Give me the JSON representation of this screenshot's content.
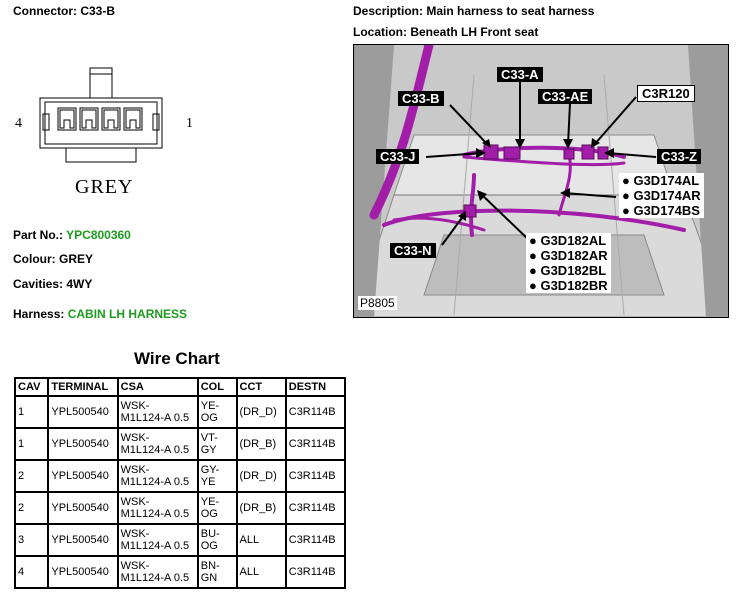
{
  "connector": {
    "title": "Connector: C33-B",
    "colour_label": "GREY",
    "pin_left": "4",
    "pin_right": "1"
  },
  "description": "Description: Main harness to seat harness",
  "location": "Location: Beneath LH Front seat",
  "details": {
    "part_no_label": "Part No.:",
    "part_no_value": "YPC800360",
    "colour": "Colour: GREY",
    "cavities": "Cavities: 4WY",
    "harness_label": "Harness:",
    "harness_value": "CABIN LH HARNESS"
  },
  "photo": {
    "ref": "P8805",
    "callouts": {
      "c33a": "C33-A",
      "c33b": "C33-B",
      "c33ae": "C33-AE",
      "c3r120": "C3R120",
      "c33j": "C33-J",
      "c33z": "C33-Z",
      "c33n": "C33-N",
      "g174_1": "G3D174AL",
      "g174_2": "G3D174AR",
      "g174_3": "G3D174BS",
      "g182_1": "G3D182AL",
      "g182_2": "G3D182AR",
      "g182_3": "G3D182BL",
      "g182_4": "G3D182BR"
    }
  },
  "wire_chart": {
    "title": "Wire Chart",
    "headers": [
      "CAV",
      "TERMINAL",
      "CSA",
      "COL",
      "CCT",
      "DESTN"
    ],
    "rows": [
      {
        "cav": "1",
        "terminal": "YPL500540",
        "csa_1": "WSK-",
        "csa_2": "M1L124-A 0.5",
        "col_1": "YE-",
        "col_2": "OG",
        "cct": "(DR_D)",
        "destn": "C3R114B"
      },
      {
        "cav": "1",
        "terminal": "YPL500540",
        "csa_1": "WSK-",
        "csa_2": "M1L124-A 0.5",
        "col_1": "VT-",
        "col_2": "GY",
        "cct": "(DR_B)",
        "destn": "C3R114B"
      },
      {
        "cav": "2",
        "terminal": "YPL500540",
        "csa_1": "WSK-",
        "csa_2": "M1L124-A 0.5",
        "col_1": "GY-",
        "col_2": "YE",
        "cct": "(DR_D)",
        "destn": "C3R114B"
      },
      {
        "cav": "2",
        "terminal": "YPL500540",
        "csa_1": "WSK-",
        "csa_2": "M1L124-A 0.5",
        "col_1": "YE-",
        "col_2": "OG",
        "cct": "(DR_B)",
        "destn": "C3R114B"
      },
      {
        "cav": "3",
        "terminal": "YPL500540",
        "csa_1": "WSK-",
        "csa_2": "M1L124-A 0.5",
        "col_1": "BU-",
        "col_2": "OG",
        "cct": "ALL",
        "destn": "C3R114B"
      },
      {
        "cav": "4",
        "terminal": "YPL500540",
        "csa_1": "WSK-",
        "csa_2": "M1L124-A 0.5",
        "col_1": "BN-",
        "col_2": "GN",
        "cct": "ALL",
        "destn": "C3R114B"
      }
    ]
  },
  "colors": {
    "harness": "#a21ea8",
    "green_text": "#1e9a1e"
  }
}
